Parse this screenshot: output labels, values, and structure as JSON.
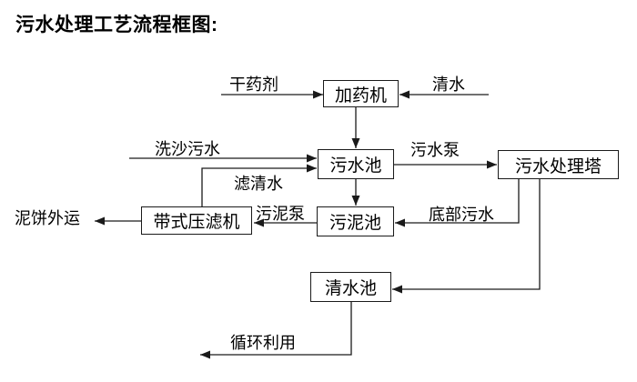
{
  "title": "污水处理工艺流程框图:",
  "colors": {
    "background": "#ffffff",
    "line": "#1a1a1a",
    "text": "#000000"
  },
  "diagram": {
    "nodes": [
      {
        "id": "dosing-machine",
        "label": "加药机"
      },
      {
        "id": "wastewater-pool",
        "label": "污水池"
      },
      {
        "id": "treatment-tower",
        "label": "污水处理塔"
      },
      {
        "id": "sludge-pool",
        "label": "污泥池"
      },
      {
        "id": "belt-filter-press",
        "label": "带式压滤机"
      },
      {
        "id": "clean-water-pool",
        "label": "清水池"
      }
    ],
    "edge_labels": {
      "dry_agent": "干药剂",
      "clean_water": "清水",
      "sand_wash_wastewater": "洗沙污水",
      "filtered_water": "滤清水",
      "wastewater_pump": "污水泵",
      "bottom_wastewater": "底部污水",
      "sludge_pump": "污泥泵",
      "mud_cake_outbound": "泥饼外运",
      "recycle_use": "循环利用"
    },
    "edges": [
      {
        "from": "干药剂",
        "to": "加药机",
        "label": "干药剂"
      },
      {
        "from": "清水",
        "to": "加药机",
        "label": "清水"
      },
      {
        "from": "加药机",
        "to": "污水池",
        "label": ""
      },
      {
        "from": "洗沙污水",
        "to": "污水池",
        "label": "洗沙污水"
      },
      {
        "from": "带式压滤机",
        "to": "污水池",
        "label": "滤清水"
      },
      {
        "from": "污水池",
        "to": "污水处理塔",
        "label": "污水泵"
      },
      {
        "from": "污水池",
        "to": "污泥池",
        "label": ""
      },
      {
        "from": "污水处理塔",
        "to": "污泥池",
        "label": "底部污水"
      },
      {
        "from": "污泥池",
        "to": "带式压滤机",
        "label": "污泥泵"
      },
      {
        "from": "带式压滤机",
        "to": "泥饼外运",
        "label": "泥饼外运"
      },
      {
        "from": "污水处理塔",
        "to": "清水池",
        "label": ""
      },
      {
        "from": "清水池",
        "to": "循环利用",
        "label": "循环利用"
      }
    ]
  }
}
